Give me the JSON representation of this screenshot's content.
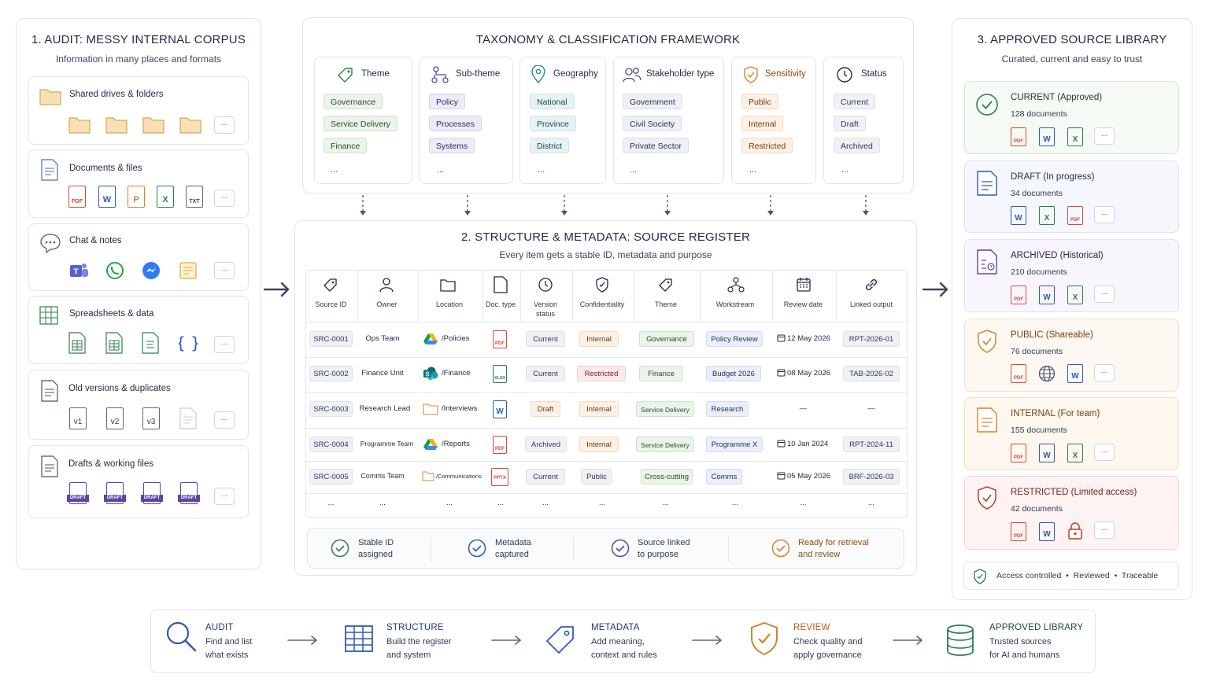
{
  "audit": {
    "title": "1. AUDIT: MESSY INTERNAL CORPUS",
    "subtitle": "Information in many places and formats",
    "cards": [
      {
        "title": "Shared drives & folders"
      },
      {
        "title": "Documents & files",
        "labels": [
          "PDF",
          "W",
          "P",
          "X",
          "TXT"
        ]
      },
      {
        "title": "Chat & notes"
      },
      {
        "title": "Spreadsheets & data"
      },
      {
        "title": "Old versions & duplicates",
        "labels": [
          "v1",
          "v2",
          "v3"
        ]
      },
      {
        "title": "Drafts & working files",
        "labels": [
          "DRAFT",
          "DRAFT",
          "DRAFT",
          "DRAFT"
        ]
      }
    ],
    "more": "..."
  },
  "taxonomy": {
    "title": "TAXONOMY & CLASSIFICATION FRAMEWORK",
    "columns": [
      {
        "title": "Theme",
        "items": [
          "Governance",
          "Service Delivery",
          "Finance"
        ],
        "more": "..."
      },
      {
        "title": "Sub-theme",
        "items": [
          "Policy",
          "Processes",
          "Systems"
        ],
        "more": "..."
      },
      {
        "title": "Geography",
        "items": [
          "National",
          "Province",
          "District"
        ],
        "more": "..."
      },
      {
        "title": "Stakeholder type",
        "items": [
          "Government",
          "Civil Society",
          "Private Sector"
        ],
        "more": "..."
      },
      {
        "title": "Sensitivity",
        "items": [
          "Public",
          "Internal",
          "Restricted"
        ],
        "more": "..."
      },
      {
        "title": "Status",
        "items": [
          "Current",
          "Draft",
          "Archived"
        ],
        "more": "..."
      }
    ]
  },
  "register": {
    "title": "2. STRUCTURE & METADATA: SOURCE REGISTER",
    "subtitle": "Every item gets a stable ID, metadata and purpose",
    "headers": [
      "Source ID",
      "Owner",
      "Location",
      "Doc. type",
      "Version status",
      "Confidentiality",
      "Theme",
      "Workstream",
      "Review date",
      "Linked output"
    ],
    "rows": [
      {
        "id": "SRC-0001",
        "owner": "Ops Team",
        "location": "/Policies",
        "doctype": "PDF",
        "version": "Current",
        "conf": "Internal",
        "theme": "Governance",
        "workstream": "Policy Review",
        "review": "12 May 2026",
        "linked": "RPT-2026-01"
      },
      {
        "id": "SRC-0002",
        "owner": "Finance Unit",
        "location": "/Finance",
        "doctype": "XLSX",
        "version": "Current",
        "conf": "Restricted",
        "theme": "Finance",
        "workstream": "Budget 2026",
        "review": "08 May 2026",
        "linked": "TAB-2026-02"
      },
      {
        "id": "SRC-0003",
        "owner": "Research Lead",
        "location": "/Interviews",
        "doctype": "W",
        "version": "Draft",
        "conf": "Internal",
        "theme": "Service Delivery",
        "workstream": "Research",
        "review": "—",
        "linked": "—"
      },
      {
        "id": "SRC-0004",
        "owner": "Programme Team",
        "location": "/Reports",
        "doctype": "PDF",
        "version": "Archived",
        "conf": "Internal",
        "theme": "Service Delivery",
        "workstream": "Programme X",
        "review": "10 Jan 2024",
        "linked": "RPT-2024-11"
      },
      {
        "id": "SRC-0005",
        "owner": "Comms Team",
        "location": "/Communications",
        "doctype": "PPTX",
        "version": "Current",
        "conf": "Public",
        "theme": "Cross-cutting",
        "workstream": "Comms",
        "review": "05 May 2026",
        "linked": "BRF-2026-03"
      }
    ],
    "more": "...",
    "checks": [
      "Stable ID assigned",
      "Metadata captured",
      "Source linked to purpose",
      "Ready for retrieval and review"
    ],
    "check_lines": [
      [
        "Stable ID",
        "assigned"
      ],
      [
        "Metadata",
        "captured"
      ],
      [
        "Source linked",
        "to purpose"
      ],
      [
        "Ready for retrieval",
        "and review"
      ]
    ]
  },
  "library": {
    "title": "3. APPROVED SOURCE LIBRARY",
    "subtitle": "Curated, current and easy to trust",
    "cards": [
      {
        "title": "CURRENT (Approved)",
        "count": "128 documents",
        "labels": [
          "PDF",
          "W",
          "X"
        ]
      },
      {
        "title": "DRAFT (In progress)",
        "count": "34 documents",
        "labels": [
          "W",
          "X",
          "PDF"
        ]
      },
      {
        "title": "ARCHIVED (Historical)",
        "count": "210 documents",
        "labels": [
          "PDF",
          "W",
          "X"
        ]
      },
      {
        "title": "PUBLIC (Shareable)",
        "count": "76 documents",
        "labels": [
          "PDF",
          "W"
        ]
      },
      {
        "title": "INTERNAL (For team)",
        "count": "155 documents",
        "labels": [
          "PDF",
          "W",
          "X"
        ]
      },
      {
        "title": "RESTRICTED (Limited access)",
        "count": "42 documents",
        "labels": [
          "PDF",
          "W"
        ]
      }
    ],
    "footer": [
      "Access controlled",
      "Reviewed",
      "Traceable"
    ],
    "more": "..."
  },
  "flow": [
    {
      "title": "AUDIT",
      "desc": [
        "Find and list",
        "what exists"
      ]
    },
    {
      "title": "STRUCTURE",
      "desc": [
        "Build the register",
        "and system"
      ]
    },
    {
      "title": "METADATA",
      "desc": [
        "Add meaning,",
        "context and rules"
      ]
    },
    {
      "title": "REVIEW",
      "desc": [
        "Check quality and",
        "apply governance"
      ]
    },
    {
      "title": "APPROVED LIBRARY",
      "desc": [
        "Trusted sources",
        "for AI and humans"
      ]
    }
  ],
  "colors": {
    "navy": "#1f2a44",
    "blue": "#2c5bb8",
    "green": "#2e7d4f",
    "purple": "#5b45a8",
    "orange": "#d9822b",
    "red": "#c0392b",
    "folder": "#f2c98b",
    "teal": "#2a8a8f"
  }
}
